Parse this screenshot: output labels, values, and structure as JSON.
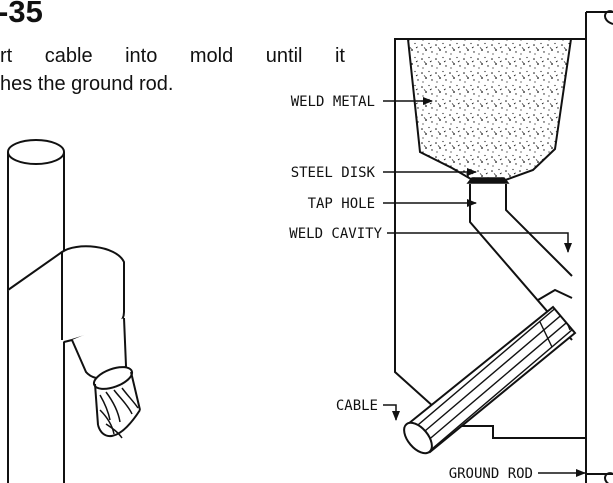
{
  "heading": "-35",
  "caption": {
    "line1": "rt cable into mold until it",
    "line2": "hes the ground rod."
  },
  "labels": {
    "weld_metal": "WELD METAL",
    "steel_disk": "STEEL DISK",
    "tap_hole": "TAP HOLE",
    "weld_cavity": "WELD CAVITY",
    "cable": "CABLE",
    "ground_rod": "GROUND ROD"
  },
  "colors": {
    "ink": "#111111",
    "background": "#ffffff"
  }
}
